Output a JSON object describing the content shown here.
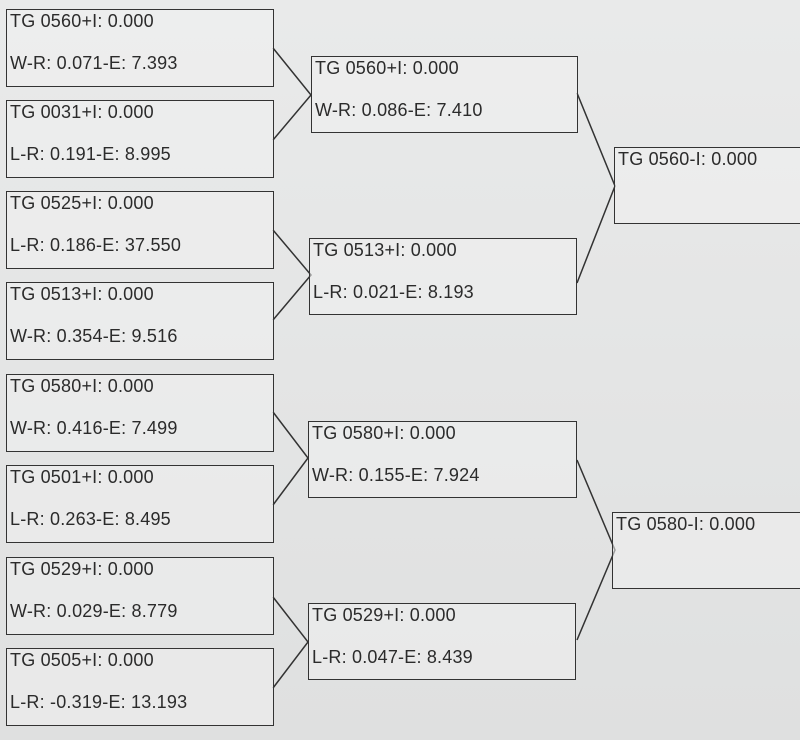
{
  "bracket": {
    "round1": [
      {
        "title": "TG 0560+I: 0.000",
        "stats": "W-R: 0.071-E: 7.393"
      },
      {
        "title": "TG 0031+I: 0.000",
        "stats": "L-R: 0.191-E: 8.995"
      },
      {
        "title": "TG 0525+I: 0.000",
        "stats": "L-R: 0.186-E: 37.550"
      },
      {
        "title": "TG 0513+I: 0.000",
        "stats": "W-R: 0.354-E: 9.516"
      },
      {
        "title": "TG 0580+I: 0.000",
        "stats": "W-R: 0.416-E: 7.499"
      },
      {
        "title": "TG 0501+I: 0.000",
        "stats": "L-R: 0.263-E: 8.495"
      },
      {
        "title": "TG 0529+I: 0.000",
        "stats": "W-R: 0.029-E: 8.779"
      },
      {
        "title": "TG 0505+I: 0.000",
        "stats": "L-R: -0.319-E: 13.193"
      }
    ],
    "round2": [
      {
        "title": "TG 0560+I: 0.000",
        "stats": "W-R: 0.086-E: 7.410"
      },
      {
        "title": "TG 0513+I: 0.000",
        "stats": "L-R: 0.021-E: 8.193"
      },
      {
        "title": "TG 0580+I: 0.000",
        "stats": "W-R: 0.155-E: 7.924"
      },
      {
        "title": "TG 0529+I: 0.000",
        "stats": "L-R: 0.047-E: 8.439"
      }
    ],
    "round3": [
      {
        "title": "TG 0560-I: 0.000"
      },
      {
        "title": "TG 0580-I: 0.000"
      }
    ]
  }
}
